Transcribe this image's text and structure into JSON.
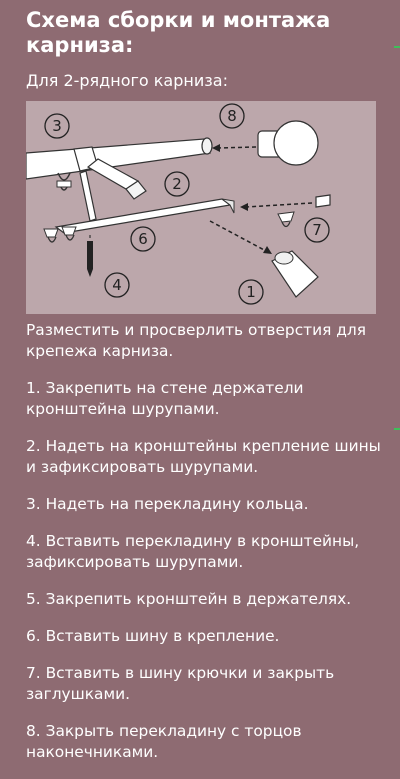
{
  "title": "Схема сборки и монтажа карниза:",
  "subtitle": "Для 2-рядного карниза:",
  "diagram": {
    "callouts": [
      "1",
      "2",
      "3",
      "4",
      "6",
      "7",
      "8"
    ],
    "colors": {
      "background": "#bca7ab",
      "parts": "#ffffff",
      "outline": "#1f1f1f"
    }
  },
  "steps": {
    "intro": "Разместить и просверлить отверстия для крепежа карниза.",
    "items": [
      "1. Закрепить на стене держатели кронштейна шурупами.",
      "2. Надеть на кронштейны крепление шины и зафиксировать шурупами.",
      "3. Надеть на перекладину кольца.",
      "4. Вставить перекладину в кронштейны, зафиксировать шурупами.",
      "5. Закрепить кронштейн в держателях.",
      "6. Вставить шину в крепление.",
      "7. Вставить в шину крючки и закрыть заглушками.",
      "8. Закрыть перекладину с торцов наконечниками."
    ]
  },
  "colors": {
    "page_background": "#8e6b72",
    "text": "#ffffff",
    "edge_marks": "#3fbf5a"
  }
}
